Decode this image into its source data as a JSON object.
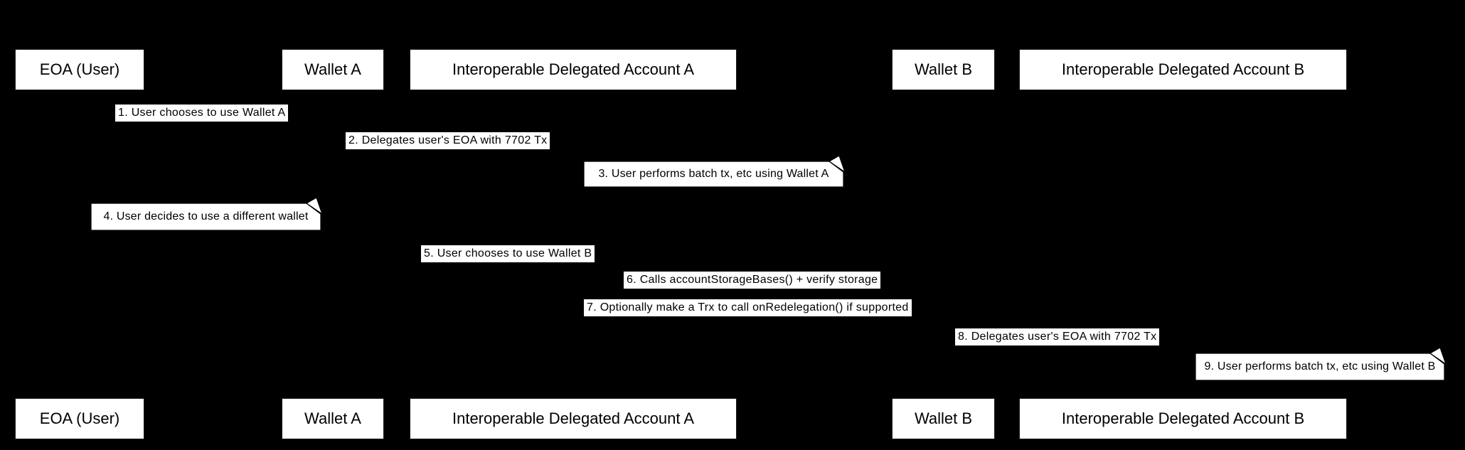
{
  "diagram": {
    "kind": "sequence-diagram",
    "background_color": "#000000",
    "box_fill_color": "#ffffff",
    "text_color": "#000000"
  },
  "actors": [
    {
      "id": "eoa",
      "name": "EOA (User)"
    },
    {
      "id": "wallet-a",
      "name": "Wallet A"
    },
    {
      "id": "ida-a",
      "name": "Interoperable Delegated Account A"
    },
    {
      "id": "wallet-b",
      "name": "Wallet B"
    },
    {
      "id": "ida-b",
      "name": "Interoperable Delegated Account B"
    }
  ],
  "messages": [
    {
      "text": "1. User chooses to use Wallet A"
    },
    {
      "text": "2. Delegates user's EOA with 7702 Tx"
    },
    {
      "text": "5. User chooses to use Wallet B"
    },
    {
      "text": "6. Calls accountStorageBases() + verify storage"
    },
    {
      "text": "7. Optionally make a Trx to call onRedelegation() if supported"
    },
    {
      "text": "8. Delegates user's EOA with 7702 Tx"
    }
  ],
  "notes": [
    {
      "text": "3. User performs batch tx, etc using Wallet A"
    },
    {
      "text": "4. User decides to use a different wallet"
    },
    {
      "text": "9. User performs batch tx, etc using Wallet B"
    }
  ]
}
